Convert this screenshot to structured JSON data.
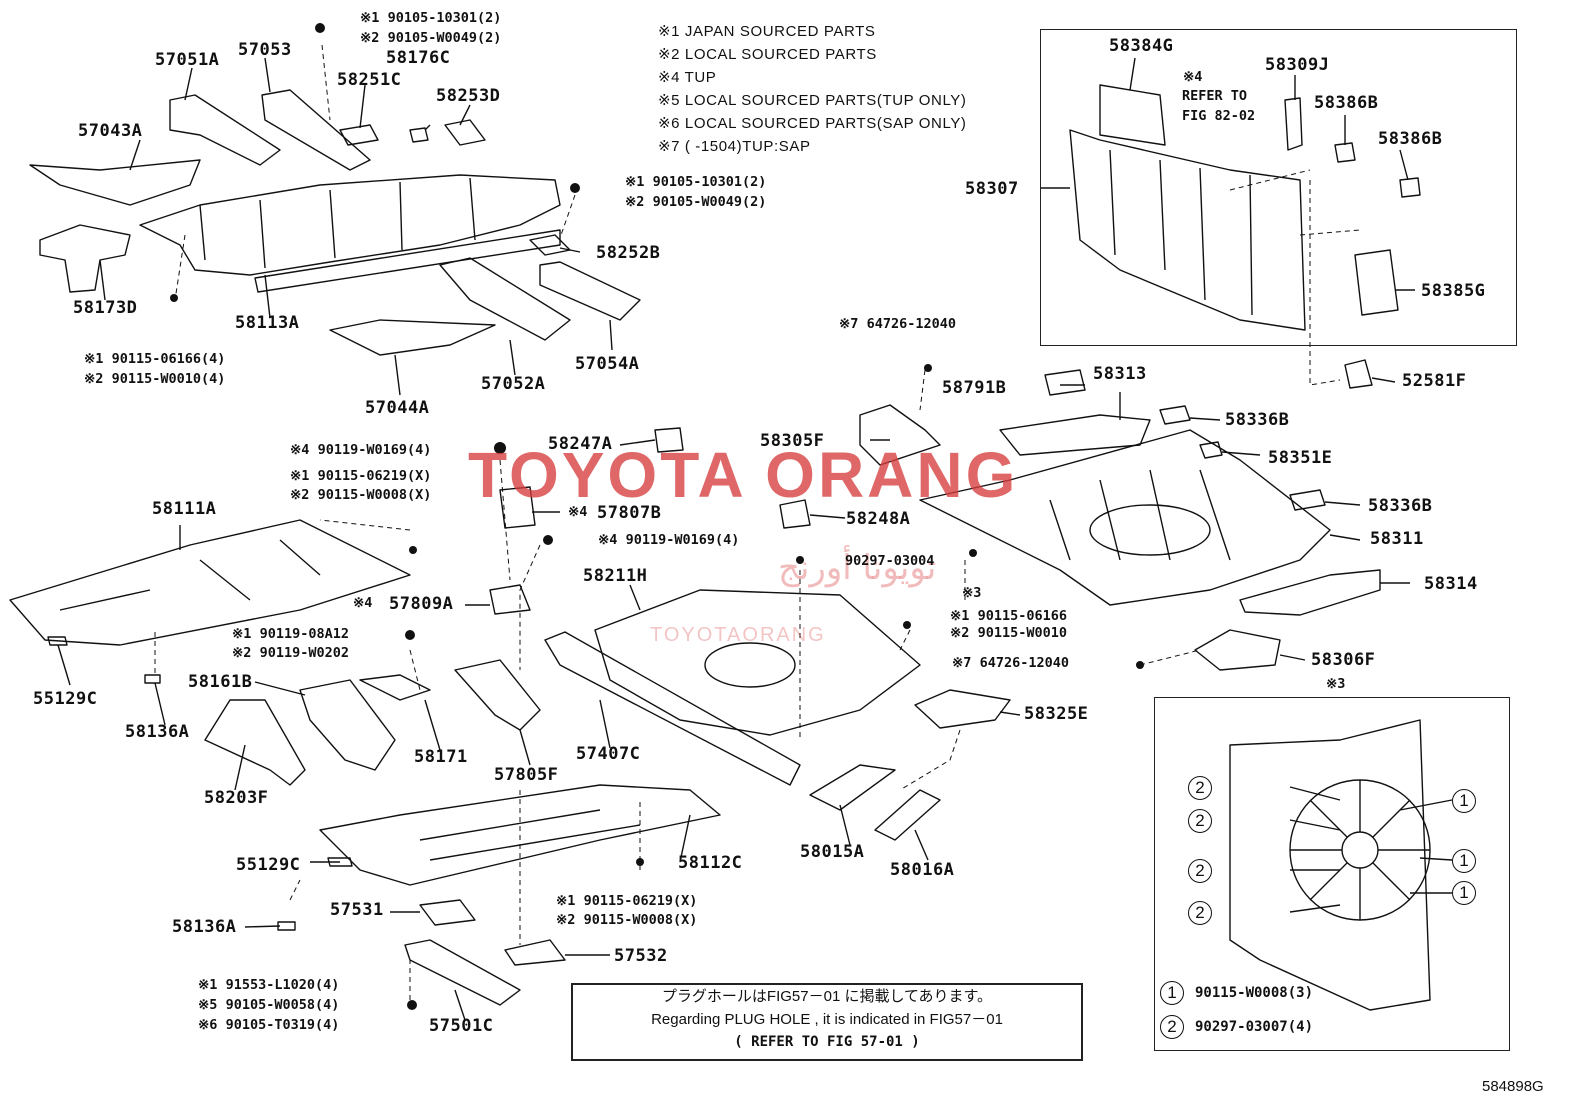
{
  "legend": [
    "※1 JAPAN SOURCED PARTS",
    "※2 LOCAL SOURCED PARTS",
    "※4 TUP",
    "※5 LOCAL SOURCED PARTS(TUP ONLY)",
    "※6 LOCAL SOURCED PARTS(SAP ONLY)",
    "※7 (       -1504)TUP:SAP"
  ],
  "parts": {
    "p57051A": "57051A",
    "p57053": "57053",
    "p58176C": "58176C",
    "p58251C": "58251C",
    "p58253D": "58253D",
    "p57043A": "57043A",
    "p58173D": "58173D",
    "p58113A": "58113A",
    "p57044A": "57044A",
    "p57052A": "57052A",
    "p57054A": "57054A",
    "p58252B": "58252B",
    "p58384G": "58384G",
    "p58309J": "58309J",
    "p58386B_1": "58386B",
    "p58386B_2": "58386B",
    "p58307": "58307",
    "p58385G": "58385G",
    "p52581F": "52581F",
    "p58791B": "58791B",
    "p58313": "58313",
    "p58305F": "58305F",
    "p58336B_1": "58336B",
    "p58351E": "58351E",
    "p58336B_2": "58336B",
    "p58311": "58311",
    "p58314": "58314",
    "p58306F": "58306F",
    "p58247A": "58247A",
    "p57807B": "57807B",
    "p58248A": "58248A",
    "p58111A": "58111A",
    "p58211H": "58211H",
    "p57809A": "57809A",
    "p55129C_1": "55129C",
    "p58136A_1": "58136A",
    "p58161B": "58161B",
    "p58171": "58171",
    "p58203F": "58203F",
    "p57805F": "57805F",
    "p57407C": "57407C",
    "p58325E": "58325E",
    "p58015A": "58015A",
    "p58016A": "58016A",
    "p58112C": "58112C",
    "p55129C_2": "55129C",
    "p58136A_2": "58136A",
    "p57531": "57531",
    "p57532": "57532",
    "p57501C": "57501C"
  },
  "notes": {
    "n1": "※1 90105-10301(2)",
    "n2": "※2 90105-W0049(2)",
    "n3": "※4",
    "n4": "REFER TO",
    "n5": "FIG 82-02",
    "n6": "※1 90105-10301(2)",
    "n7": "※2 90105-W0049(2)",
    "n8": "※1 90115-06166(4)",
    "n9": "※2 90115-W0010(4)",
    "n10": "※7 64726-12040",
    "n11": "※4 90119-W0169(4)",
    "n12": "※1 90115-06219(X)",
    "n13": "※2 90115-W0008(X)",
    "n14": "※4",
    "n15": "※4 90119-W0169(4)",
    "n16": "90297-03004",
    "n17": "※3",
    "n18": "※4",
    "n19": "※1 90115-06166",
    "n20": "※2 90115-W0010",
    "n21": "※7 64726-12040",
    "n22": "※3",
    "n23": "※1 90119-08A12",
    "n24": "※2 90119-W0202",
    "n25": "※1 90115-06219(X)",
    "n26": "※2 90115-W0008(X)",
    "n27": "※1 91553-L1020(4)",
    "n28": "※5 90105-W0058(4)",
    "n29": "※6 90105-T0319(4)"
  },
  "detail": {
    "c1": "1",
    "c2": "1",
    "c3": "1",
    "c4": "2",
    "c5": "2",
    "c6": "2",
    "c7": "2",
    "leg1_num": "1",
    "leg1_text": "90115-W0008(3)",
    "leg2_num": "2",
    "leg2_text": "90297-03007(4)"
  },
  "refbox": {
    "line1": "プラグホールはFIG57－01 に掲載してあります。",
    "line2": "Regarding  PLUG HOLE , it is indicated in FIG57－01",
    "line3": "(  REFER TO FIG 57-01  )"
  },
  "watermark": {
    "main": "TOYOTA ORANG",
    "arabic": "تويوتا أورنج",
    "latin": "TOYOTAORANG"
  },
  "figure_number": "584898G"
}
